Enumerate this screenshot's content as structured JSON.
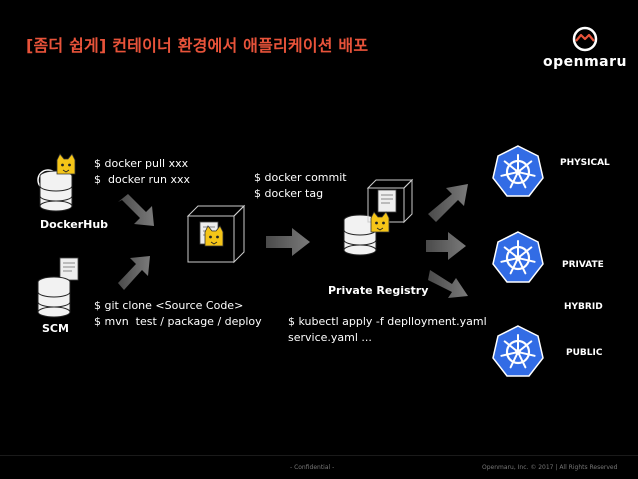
{
  "title": "[좀더 쉽게] 컨테이너 환경에서 애플리케이션 배포",
  "logo": {
    "text": "openmaru"
  },
  "sources": {
    "dockerhub_label": "DockerHub",
    "scm_label": "SCM"
  },
  "commands": {
    "docker_pull": "$ docker pull xxx",
    "docker_run": "$  docker run xxx",
    "docker_commit": "$ docker commit",
    "docker_tag": "$ docker tag",
    "git_clone": "$ git clone <Source Code>",
    "mvn": "$ mvn  test / package / deploy",
    "kubectl_line1": "$ kubectl apply -f deplloyment.yaml",
    "kubectl_line2": "service.yaml ..."
  },
  "registry": {
    "label": "Private Registry"
  },
  "targets": [
    {
      "label": "PHYSICAL"
    },
    {
      "label": "PRIVATE"
    },
    {
      "label": "HYBRID"
    },
    {
      "label": "PUBLIC"
    }
  ],
  "footer": {
    "confidential": "- Confidential -",
    "copyright": "Openmaru, Inc. © 2017 | All Rights Reserved"
  },
  "colors": {
    "title": "#e8533a",
    "k8s_blue": "#326ce5",
    "arrow_gray": "#6a6a6a"
  }
}
